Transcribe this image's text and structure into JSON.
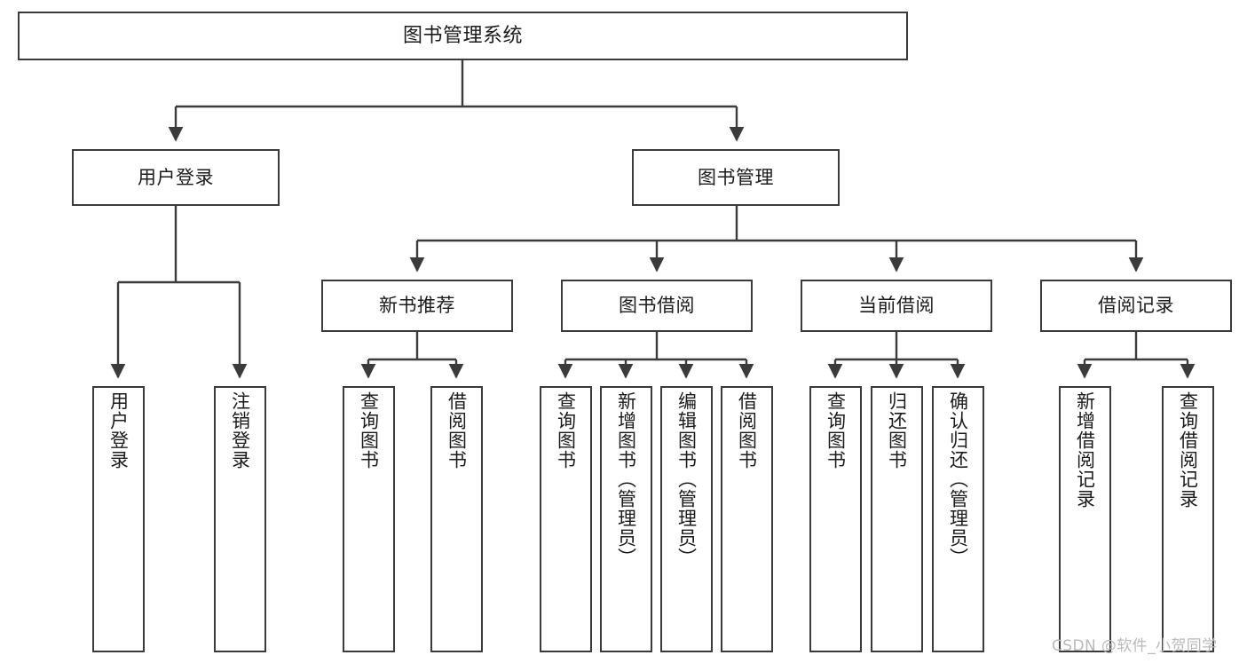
{
  "diagram": {
    "title": "图书管理系统",
    "type": "tree-hierarchy",
    "root": {
      "label": "图书管理系统"
    },
    "level2": [
      {
        "label": "用户登录"
      },
      {
        "label": "图书管理"
      }
    ],
    "level3": [
      {
        "label": "新书推荐"
      },
      {
        "label": "图书借阅"
      },
      {
        "label": "当前借阅"
      },
      {
        "label": "借阅记录"
      }
    ],
    "leaves": {
      "user_login": [
        {
          "label": "用户登录"
        },
        {
          "label": "注销登录"
        }
      ],
      "new_book_recommend": [
        {
          "label": "查询图书"
        },
        {
          "label": "借阅图书"
        }
      ],
      "book_borrow": [
        {
          "label": "查询图书"
        },
        {
          "label": "新增图书（管理员）"
        },
        {
          "label": "编辑图书（管理员）"
        },
        {
          "label": "借阅图书"
        }
      ],
      "current_borrow": [
        {
          "label": "查询图书"
        },
        {
          "label": "归还图书"
        },
        {
          "label": "确认归还（管理员）"
        }
      ],
      "borrow_record": [
        {
          "label": "新增借阅记录"
        },
        {
          "label": "查询借阅记录"
        }
      ]
    }
  },
  "watermark": {
    "text": "CSDN @软件_小贺同学"
  },
  "colors": {
    "box_border": "#3b3b3b",
    "box_fill": "#ffffff",
    "connector": "#3b3b3b",
    "text": "#1b1b1b",
    "watermark": "#b9b9b9",
    "background": "#ffffff"
  }
}
